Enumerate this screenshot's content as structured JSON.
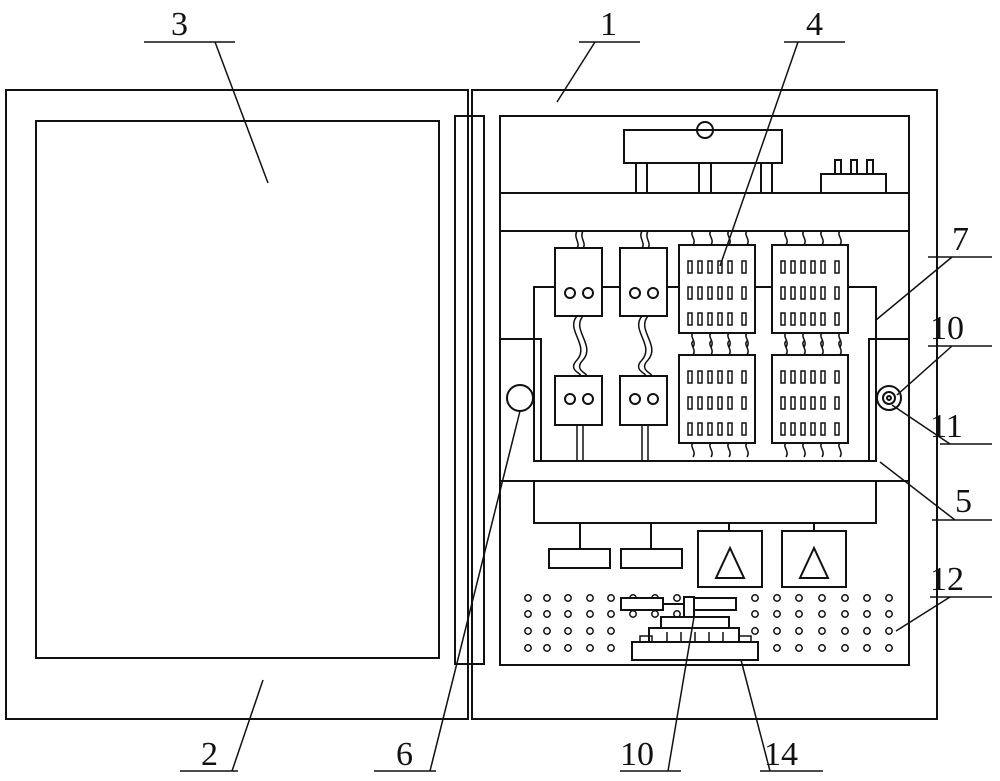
{
  "labels": {
    "l1": "1",
    "l2": "2",
    "l3": "3",
    "l4": "4",
    "l5": "5",
    "l6": "6",
    "l7": "7",
    "l10a": "10",
    "l10b": "10",
    "l11": "11",
    "l12": "12",
    "l14": "14"
  },
  "colors": {
    "line": "#111111",
    "background": "#ffffff"
  }
}
